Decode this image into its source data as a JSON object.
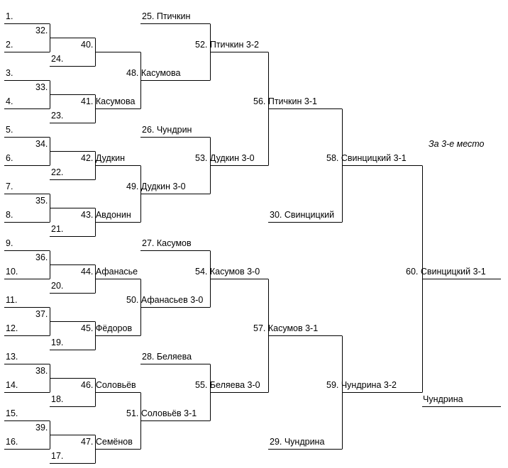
{
  "bracket": {
    "third_place_title": "За 3-е место",
    "labels": [
      {
        "id": "l1",
        "text": "1."
      },
      {
        "id": "l2",
        "text": "2."
      },
      {
        "id": "l3",
        "text": "3."
      },
      {
        "id": "l4",
        "text": "4."
      },
      {
        "id": "l5",
        "text": "5."
      },
      {
        "id": "l6",
        "text": "6."
      },
      {
        "id": "l7",
        "text": "7."
      },
      {
        "id": "l8",
        "text": "8."
      },
      {
        "id": "l9",
        "text": "9."
      },
      {
        "id": "l10",
        "text": "10."
      },
      {
        "id": "l11",
        "text": "11."
      },
      {
        "id": "l12",
        "text": "12."
      },
      {
        "id": "l13",
        "text": "13."
      },
      {
        "id": "l14",
        "text": "14."
      },
      {
        "id": "l15",
        "text": "15."
      },
      {
        "id": "l16",
        "text": "16."
      },
      {
        "id": "l32",
        "text": "32."
      },
      {
        "id": "l24",
        "text": "24."
      },
      {
        "id": "l33",
        "text": "33."
      },
      {
        "id": "l23",
        "text": "23."
      },
      {
        "id": "l34",
        "text": "34."
      },
      {
        "id": "l22",
        "text": "22."
      },
      {
        "id": "l35",
        "text": "35."
      },
      {
        "id": "l21",
        "text": "21."
      },
      {
        "id": "l36",
        "text": "36."
      },
      {
        "id": "l20",
        "text": "20."
      },
      {
        "id": "l37",
        "text": "37."
      },
      {
        "id": "l19",
        "text": "19."
      },
      {
        "id": "l38",
        "text": "38."
      },
      {
        "id": "l18",
        "text": "18."
      },
      {
        "id": "l39",
        "text": "39."
      },
      {
        "id": "l17",
        "text": "17."
      },
      {
        "id": "l40",
        "text": "40."
      },
      {
        "id": "l41",
        "text": "41. Касумова"
      },
      {
        "id": "l42",
        "text": "42. Дудкин"
      },
      {
        "id": "l43",
        "text": "43. Авдонин"
      },
      {
        "id": "l44",
        "text": "44. Афанасье"
      },
      {
        "id": "l45",
        "text": "45. Фёдоров"
      },
      {
        "id": "l46",
        "text": "46. Соловьёв"
      },
      {
        "id": "l47",
        "text": "47. Семёнов"
      },
      {
        "id": "l25",
        "text": "25. Птичкин"
      },
      {
        "id": "l48",
        "text": "48. Касумова"
      },
      {
        "id": "l26",
        "text": "26. Чундрин"
      },
      {
        "id": "l49",
        "text": "49. Дудкин 3-0"
      },
      {
        "id": "l27",
        "text": "27. Касумов"
      },
      {
        "id": "l50",
        "text": "50. Афанасьев 3-0"
      },
      {
        "id": "l28",
        "text": "28. Беляева"
      },
      {
        "id": "l51",
        "text": "51. Соловьёв 3-1"
      },
      {
        "id": "l52",
        "text": "52. Птичкин 3-2"
      },
      {
        "id": "l53",
        "text": "53. Дудкин 3-0"
      },
      {
        "id": "l54",
        "text": "54. Касумов 3-0"
      },
      {
        "id": "l55",
        "text": "55. Беляева 3-0"
      },
      {
        "id": "l56",
        "text": "56. Птичкин 3-1"
      },
      {
        "id": "l57",
        "text": "57. Касумов 3-1"
      },
      {
        "id": "l30",
        "text": "30. Свинцицкий"
      },
      {
        "id": "l29",
        "text": "29. Чундрина"
      },
      {
        "id": "l58",
        "text": "58. Свинцицкий 3-1"
      },
      {
        "id": "l59",
        "text": "59. Чундрина 3-2"
      },
      {
        "id": "l60",
        "text": "60. Свинцицкий 3-1"
      },
      {
        "id": "lch",
        "text": "Чундрина"
      }
    ]
  }
}
